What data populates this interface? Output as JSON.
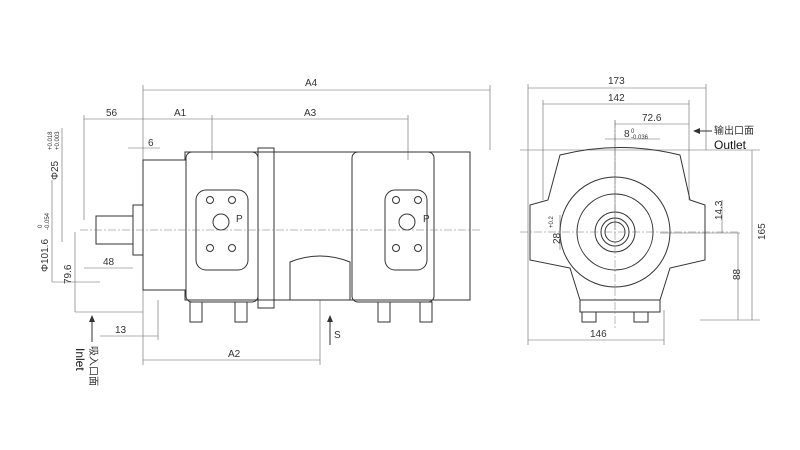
{
  "side_view": {
    "dims": {
      "a4": "A4",
      "a1": "A1",
      "a3": "A3",
      "a2": "A2",
      "d56": "56",
      "d6": "6",
      "d48": "48",
      "d13": "13",
      "d79_6": "79.6"
    },
    "shaft_dia": "Φ25",
    "shaft_tol_upper": "+0.018",
    "shaft_tol_lower": "+0.003",
    "pilot_dia": "Φ101.6",
    "pilot_tol_upper": "0",
    "pilot_tol_lower": "-0.054",
    "port_label_1": "P",
    "port_label_2": "P",
    "suction_label": "S",
    "inlet_cn": "吸入口面",
    "inlet_en": "Inlet"
  },
  "end_view": {
    "dims": {
      "d173": "173",
      "d142": "142",
      "d72_6": "72.6",
      "d146": "146",
      "d165": "165",
      "d88": "88",
      "d14_3": "14.3",
      "d28": "28"
    },
    "key_width": "8",
    "key_tol_upper": "0",
    "key_tol_lower": "-0.036",
    "d28_tol": "+0.2",
    "outlet_cn": "输出口面",
    "outlet_en": "Outlet"
  }
}
